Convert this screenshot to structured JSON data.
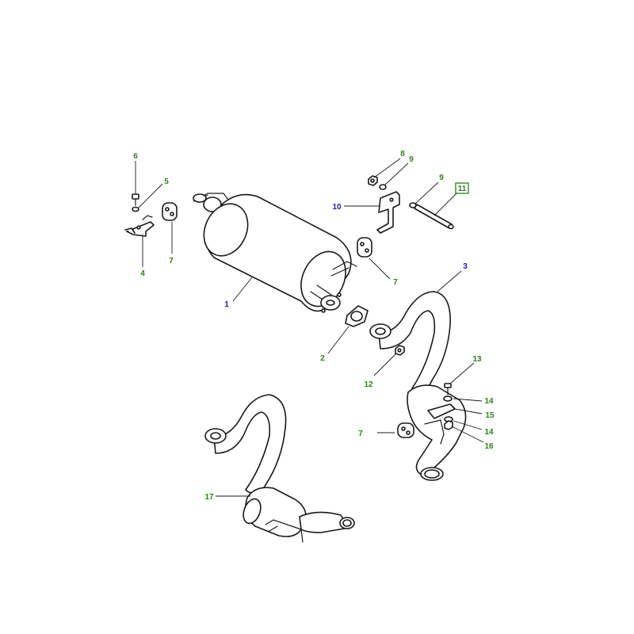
{
  "colors": {
    "green_callout": "#2e7d1a",
    "blue_callout": "#1a1ab0",
    "line": "#1a1a1a"
  },
  "callouts": [
    {
      "id": "c1",
      "text": "1",
      "color": "blue"
    },
    {
      "id": "c2",
      "text": "2",
      "color": "green"
    },
    {
      "id": "c3",
      "text": "3",
      "color": "blue"
    },
    {
      "id": "c4",
      "text": "4",
      "color": "green"
    },
    {
      "id": "c5",
      "text": "5",
      "color": "green"
    },
    {
      "id": "c6",
      "text": "6",
      "color": "green"
    },
    {
      "id": "c7a",
      "text": "7",
      "color": "green"
    },
    {
      "id": "c7b",
      "text": "7",
      "color": "green"
    },
    {
      "id": "c7c",
      "text": "7",
      "color": "green"
    },
    {
      "id": "c8",
      "text": "8",
      "color": "green"
    },
    {
      "id": "c9a",
      "text": "9",
      "color": "green"
    },
    {
      "id": "c9b",
      "text": "9",
      "color": "green"
    },
    {
      "id": "c10",
      "text": "10",
      "color": "blue"
    },
    {
      "id": "c11",
      "text": "11",
      "color": "green",
      "boxed": true
    },
    {
      "id": "c12",
      "text": "12",
      "color": "green"
    },
    {
      "id": "c13",
      "text": "13",
      "color": "green"
    },
    {
      "id": "c14a",
      "text": "14",
      "color": "green"
    },
    {
      "id": "c14b",
      "text": "14",
      "color": "green"
    },
    {
      "id": "c15",
      "text": "15",
      "color": "green"
    },
    {
      "id": "c16",
      "text": "16",
      "color": "green"
    },
    {
      "id": "c17",
      "text": "17",
      "color": "green"
    }
  ]
}
